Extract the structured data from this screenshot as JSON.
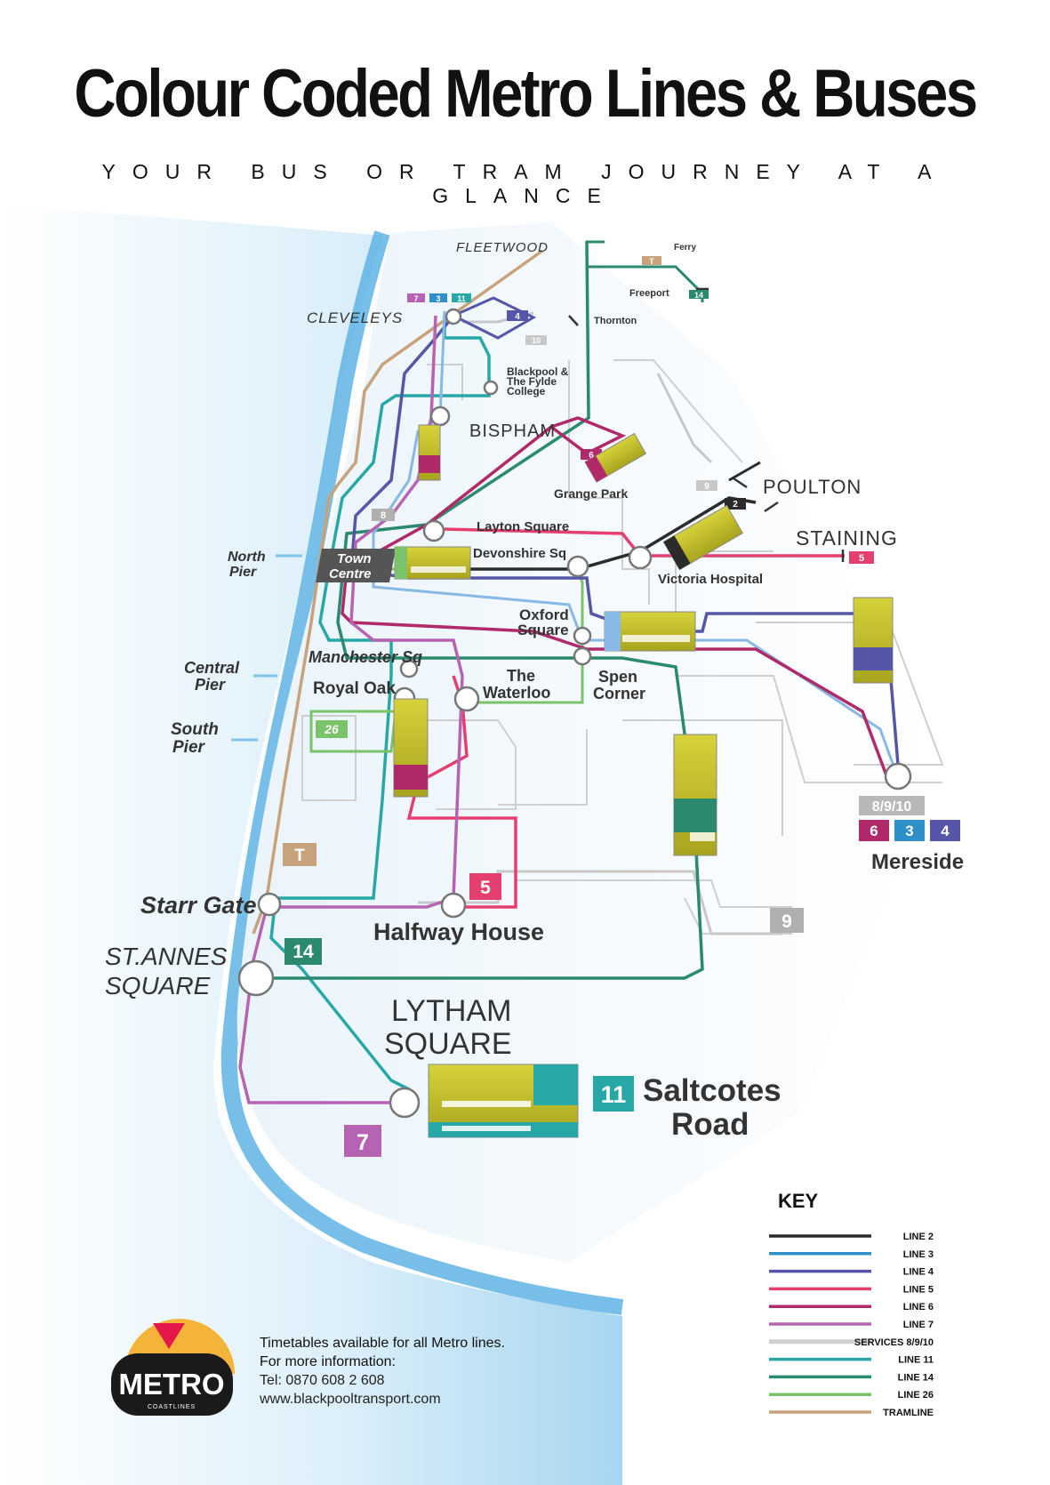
{
  "header": {
    "title": "Colour Coded Metro Lines & Buses",
    "subtitle": "YOUR BUS OR TRAM JOURNEY AT A GLANCE"
  },
  "map": {
    "places": {
      "fleetwood": "FLEETWOOD",
      "ferry": "Ferry",
      "freeport": "Freeport",
      "cleveleys": "CLEVELEYS",
      "thornton": "Thornton",
      "college_1": "Blackpool &",
      "college_2": "The Fylde",
      "college_3": "College",
      "bispham": "BISPHAM",
      "grange_park": "Grange Park",
      "poulton": "POULTON",
      "staining": "STAINING",
      "layton_square": "Layton Square",
      "devonshire_sq": "Devonshire Sq",
      "victoria_hospital": "Victoria Hospital",
      "town_centre_1": "Town",
      "town_centre_2": "Centre",
      "north_pier_1": "North",
      "north_pier_2": "Pier",
      "oxford_square_1": "Oxford",
      "oxford_square_2": "Square",
      "manchester_sq": "Manchester Sq",
      "royal_oak": "Royal Oak",
      "the_waterloo_1": "The",
      "the_waterloo_2": "Waterloo",
      "spen_corner_1": "Spen",
      "spen_corner_2": "Corner",
      "central_pier_1": "Central",
      "central_pier_2": "Pier",
      "south_pier_1": "South",
      "south_pier_2": "Pier",
      "mereside": "Mereside",
      "starr_gate": "Starr Gate",
      "halfway_house": "Halfway House",
      "st_annes_1": "ST.ANNES",
      "st_annes_2": "SQUARE",
      "lytham_1": "LYTHAM",
      "lytham_2": "SQUARE",
      "saltcotes_1": "Saltcotes",
      "saltcotes_2": "Road"
    },
    "badges": {
      "cleveleys_7": "7",
      "cleveleys_3": "3",
      "cleveleys_11": "11",
      "fleetwood_t": "T",
      "freeport_14": "14",
      "line4_loop": "4",
      "line10": "10",
      "grange_6": "6",
      "poulton_9": "9",
      "poulton_2": "2",
      "staining_5": "5",
      "town_8": "8",
      "royal_oak_26": "26",
      "mereside_8910": "8/9/10",
      "mereside_6": "6",
      "mereside_3": "3",
      "mereside_4": "4",
      "tram_t": "T",
      "halfway_5": "5",
      "south_9": "9",
      "st_annes_14": "14",
      "lytham_7": "7",
      "saltcotes_11": "11"
    }
  },
  "key": {
    "title": "KEY",
    "items": [
      {
        "label": "LINE 2",
        "color": "#2b2b2b"
      },
      {
        "label": "LINE 3",
        "color": "#2f8fc9"
      },
      {
        "label": "LINE 4",
        "color": "#5656a8"
      },
      {
        "label": "LINE 5",
        "color": "#e43f6f"
      },
      {
        "label": "LINE 6",
        "color": "#b02a6a"
      },
      {
        "label": "LINE 7",
        "color": "#b763b3"
      },
      {
        "label": "SERVICES 8/9/10",
        "color": "#d0d0d0"
      },
      {
        "label": "LINE 11",
        "color": "#27a7a6"
      },
      {
        "label": "LINE 14",
        "color": "#2b8a6e"
      },
      {
        "label": "LINE 26",
        "color": "#7ac36a"
      },
      {
        "label": "TRAMLINE",
        "color": "#c7a27a"
      }
    ]
  },
  "footer": {
    "logo_text": "METRO",
    "logo_sub": "COASTLINES",
    "info_line1": "Timetables available for all Metro lines.",
    "info_line2": "For more information:",
    "info_line3": "Tel: 0870 608 2 608",
    "info_line4": "www.blackpooltransport.com"
  },
  "colors": {
    "line2": "#2b2b2b",
    "line3": "#2f8fc9",
    "line4": "#5656a8",
    "line5": "#e43f6f",
    "line6": "#b02a6a",
    "line7": "#b763b3",
    "services8910": "#c8c8c8",
    "line11": "#27a7a6",
    "line14": "#2b8a6e",
    "line26": "#7ac36a",
    "tram": "#c7a27a",
    "sea": "#5fb4e4",
    "bus_yellow": "#c7c22a"
  }
}
